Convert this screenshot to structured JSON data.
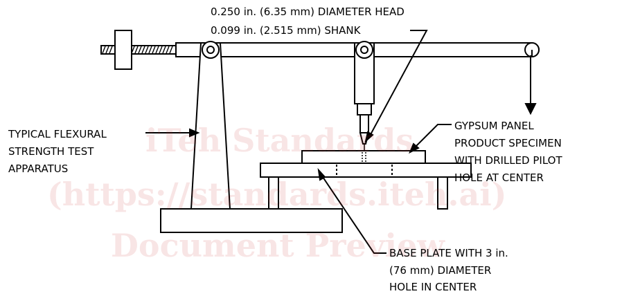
{
  "labels": {
    "head_line1": "0.250 in. (6.35 mm) DIAMETER HEAD",
    "head_line2": "0.099 in. (2.515 mm) SHANK",
    "apparatus": [
      "TYPICAL FLEXURAL",
      "STRENGTH TEST",
      "APPARATUS"
    ],
    "specimen": [
      "GYPSUM PANEL",
      "PRODUCT SPECIMEN",
      "WITH DRILLED PILOT",
      "HOLE AT CENTER"
    ],
    "base_plate": [
      "BASE PLATE WITH 3 in.",
      "(76 mm) DIAMETER",
      "HOLE IN CENTER"
    ]
  },
  "watermark": {
    "line1": "iTeh Standards",
    "line2": "(https://standards.iteh.ai)",
    "line3": "Document Preview"
  },
  "colors": {
    "line": "#000000",
    "watermark": "#c82828"
  }
}
